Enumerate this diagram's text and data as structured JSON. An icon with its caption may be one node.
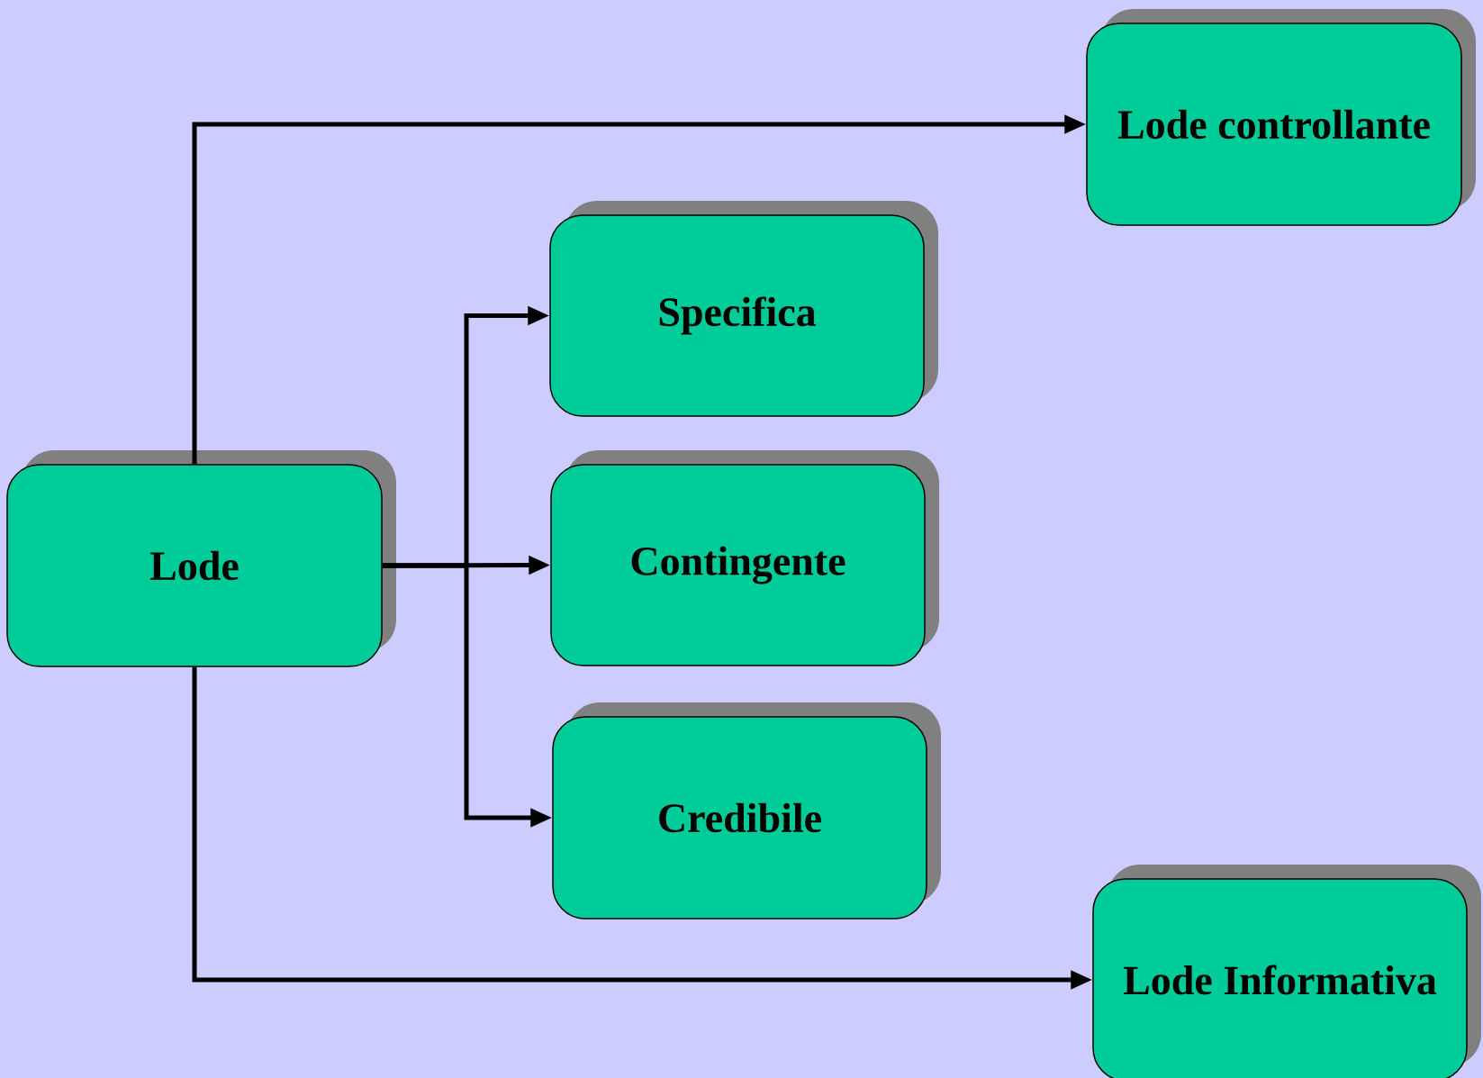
{
  "diagram": {
    "nodes": [
      {
        "text": [
          "Lode"
        ]
      },
      {
        "text": [
          "Specifica"
        ]
      },
      {
        "text": [
          "Contingente"
        ]
      },
      {
        "text": [
          "Credibile"
        ]
      },
      {
        "text": [
          "Lode controllante"
        ]
      },
      {
        "text": [
          "Lode Informativa"
        ]
      }
    ],
    "edges": [
      {
        "from": 0,
        "to": 4,
        "arrow": "to"
      },
      {
        "from": 0,
        "to": 1,
        "arrow": "to"
      },
      {
        "from": 0,
        "to": 2,
        "arrow": "to"
      },
      {
        "from": 0,
        "to": 3,
        "arrow": "to"
      },
      {
        "from": 0,
        "to": 5,
        "arrow": "to"
      }
    ]
  }
}
